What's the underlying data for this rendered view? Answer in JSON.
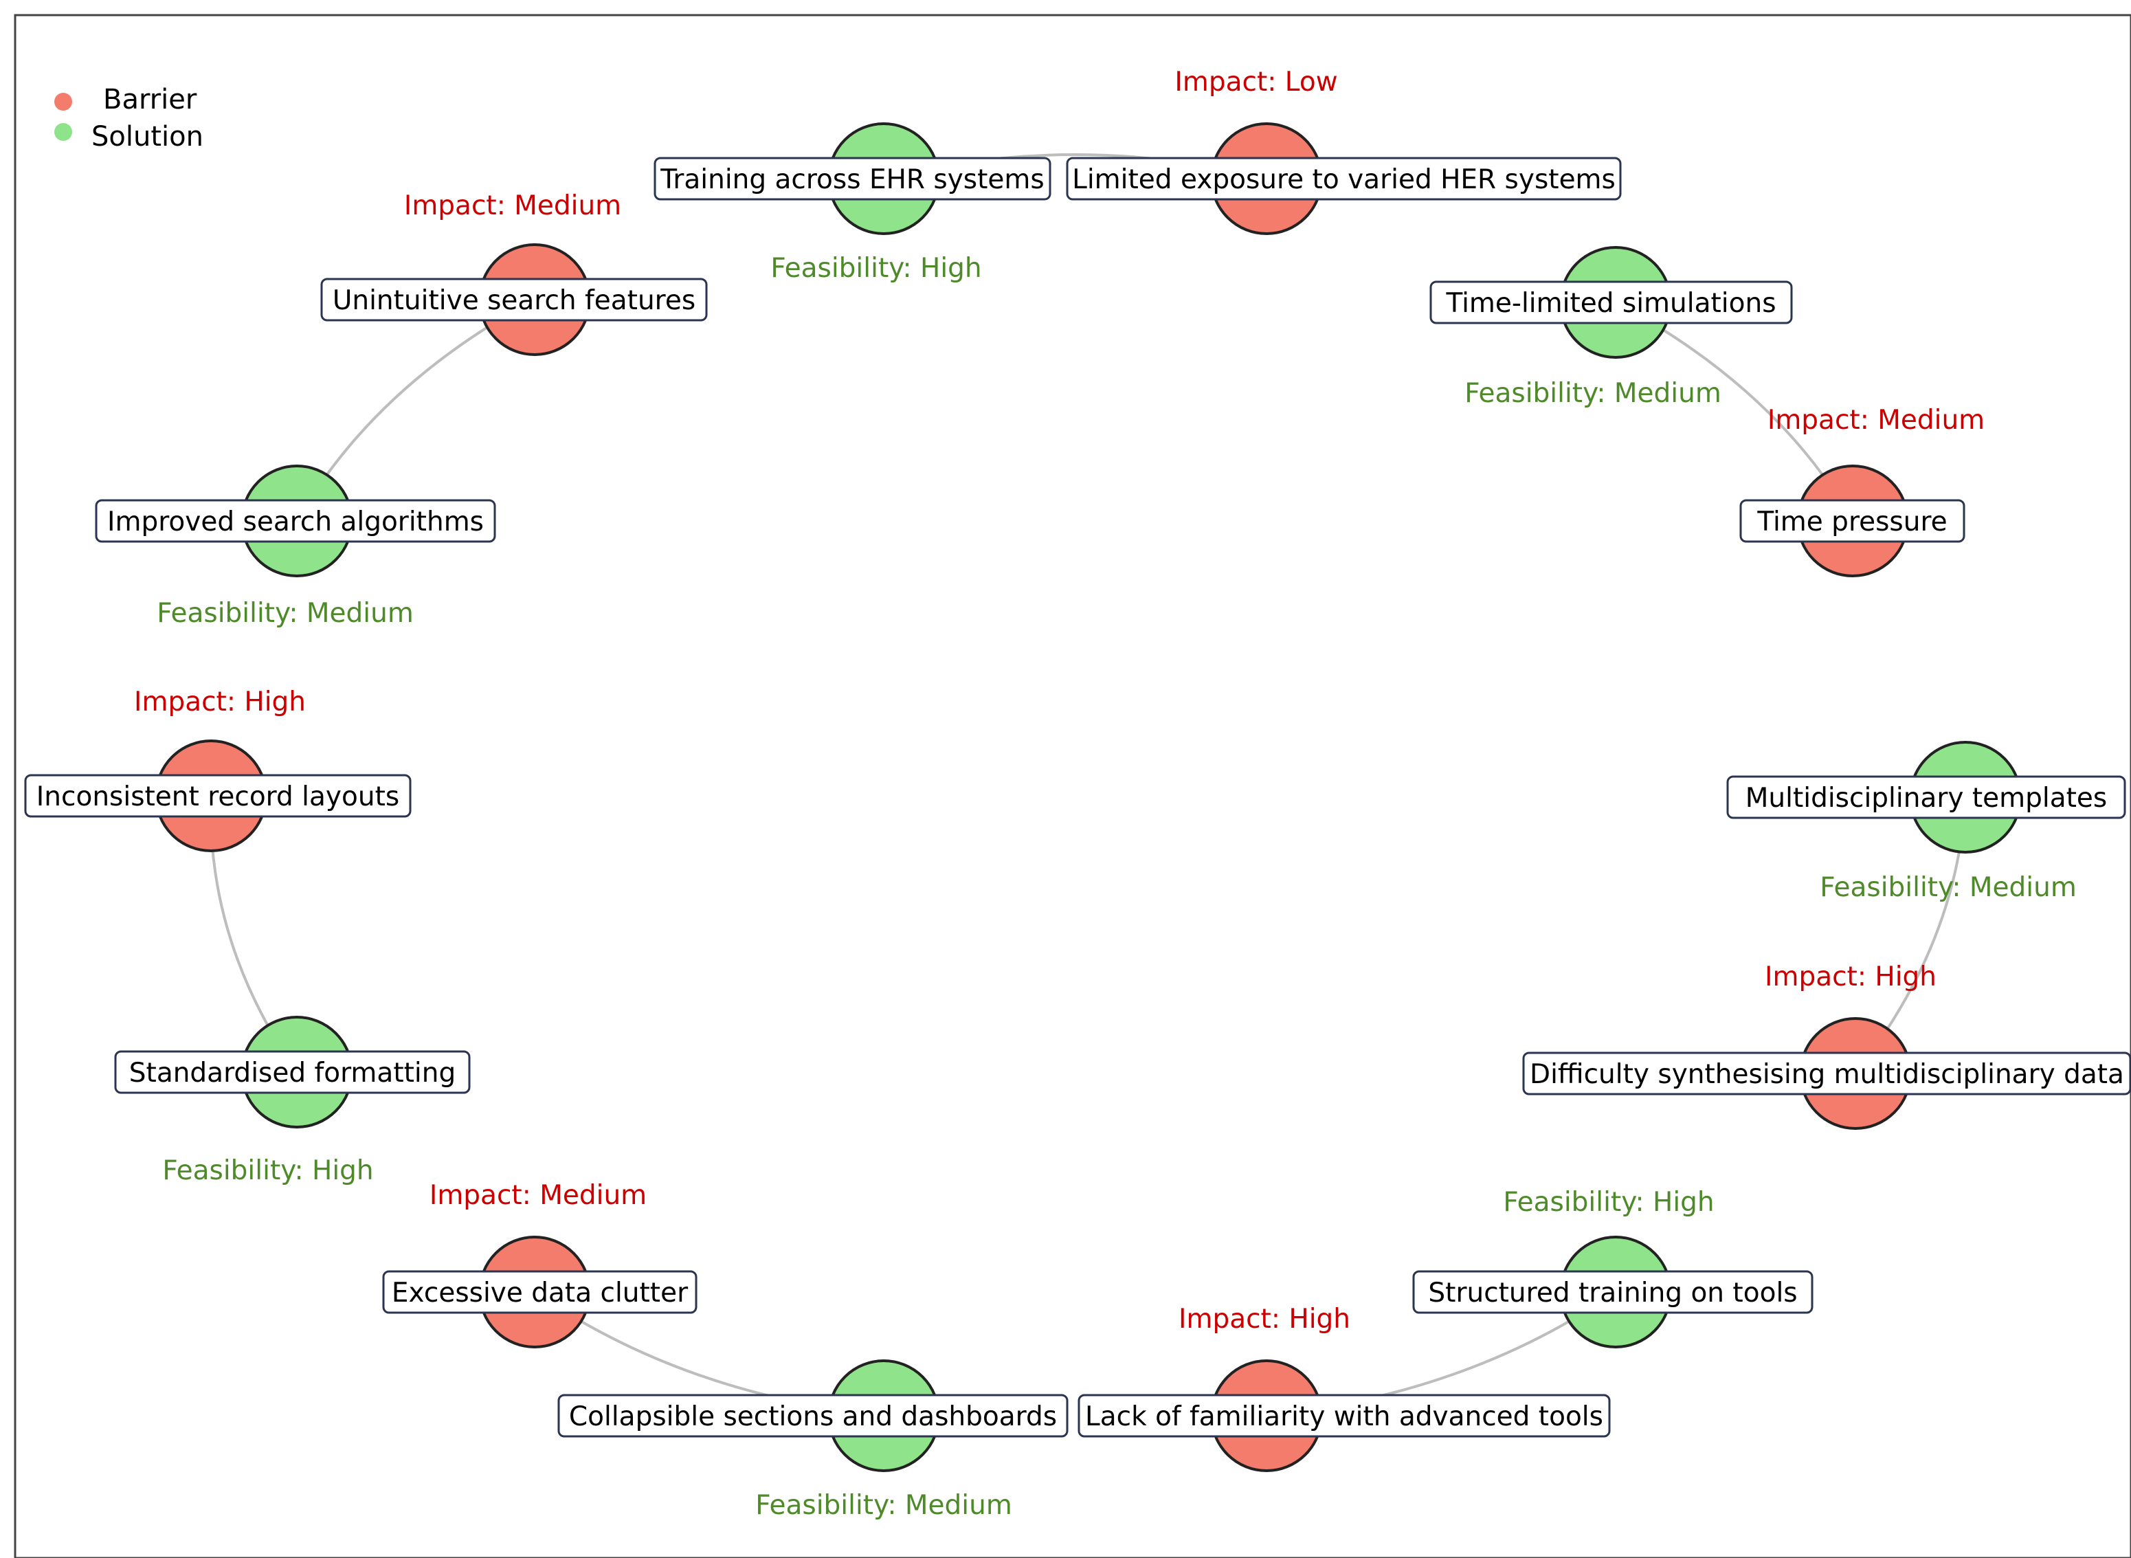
{
  "colors": {
    "barrier": "#f47c6c",
    "solution": "#8fe38a",
    "impact_text": "#cc0000",
    "feasibility_text": "#4f8a2a",
    "edge": "#bdbdbd"
  },
  "legend": [
    {
      "label": "Barrier",
      "kind": "barrier"
    },
    {
      "label": "Solution",
      "kind": "solution"
    }
  ],
  "nodes": [
    {
      "id": "training-ehr",
      "kind": "solution",
      "label": "Training across EHR systems",
      "note": "Feasibility: High"
    },
    {
      "id": "limited-exposure",
      "kind": "barrier",
      "label": "Limited exposure to varied HER systems",
      "note": "Impact: Low"
    },
    {
      "id": "time-limited-sim",
      "kind": "solution",
      "label": "Time-limited simulations",
      "note": "Feasibility: Medium"
    },
    {
      "id": "time-pressure",
      "kind": "barrier",
      "label": "Time pressure",
      "note": "Impact: Medium"
    },
    {
      "id": "multi-templates",
      "kind": "solution",
      "label": "Multidisciplinary templates",
      "note": "Feasibility: Medium"
    },
    {
      "id": "difficulty-synth",
      "kind": "barrier",
      "label": "Difficulty synthesising multidisciplinary data",
      "note": "Impact: High"
    },
    {
      "id": "structured-training",
      "kind": "solution",
      "label": "Structured training on tools",
      "note": "Feasibility: High"
    },
    {
      "id": "lack-familiarity",
      "kind": "barrier",
      "label": "Lack of familiarity with advanced tools",
      "note": "Impact: High"
    },
    {
      "id": "collapsible",
      "kind": "solution",
      "label": "Collapsible sections and dashboards",
      "note": "Feasibility: Medium"
    },
    {
      "id": "excessive-clutter",
      "kind": "barrier",
      "label": "Excessive data clutter",
      "note": "Impact: Medium"
    },
    {
      "id": "standardised",
      "kind": "solution",
      "label": "Standardised formatting",
      "note": "Feasibility: High"
    },
    {
      "id": "inconsistent-layouts",
      "kind": "barrier",
      "label": "Inconsistent record layouts",
      "note": "Impact: High"
    },
    {
      "id": "improved-search",
      "kind": "solution",
      "label": "Improved search algorithms",
      "note": "Feasibility: Medium"
    },
    {
      "id": "unintuitive-search",
      "kind": "barrier",
      "label": "Unintuitive search features",
      "note": "Impact: Medium"
    }
  ],
  "edges": [
    [
      "training-ehr",
      "limited-exposure"
    ],
    [
      "time-limited-sim",
      "time-pressure"
    ],
    [
      "multi-templates",
      "difficulty-synth"
    ],
    [
      "structured-training",
      "lack-familiarity"
    ],
    [
      "collapsible",
      "excessive-clutter"
    ],
    [
      "standardised",
      "inconsistent-layouts"
    ],
    [
      "improved-search",
      "unintuitive-search"
    ]
  ]
}
